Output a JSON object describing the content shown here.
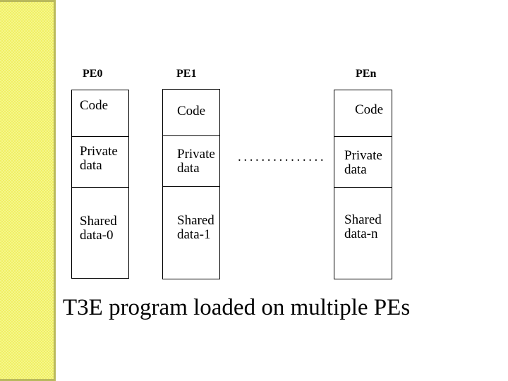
{
  "slide": {
    "title": "T3E program loaded on multiple PEs",
    "ellipsis": "...............",
    "columns": [
      {
        "header": "PE0",
        "cells": {
          "code": "Code",
          "private": "Private data",
          "shared": "Shared data-0"
        }
      },
      {
        "header": "PE1",
        "cells": {
          "code": "Code",
          "private": "Private data",
          "shared": "Shared data-1"
        }
      },
      {
        "header": "PEn",
        "cells": {
          "code": "Code",
          "private": "Private data",
          "shared": "Shared data-n"
        }
      }
    ],
    "colors": {
      "accent_bar": "#f0f063",
      "accent_bar_check": "#f5f58d",
      "accent_bar_border": "#b9b95c",
      "box_border": "#000000",
      "text": "#000000",
      "background": "#ffffff"
    }
  }
}
